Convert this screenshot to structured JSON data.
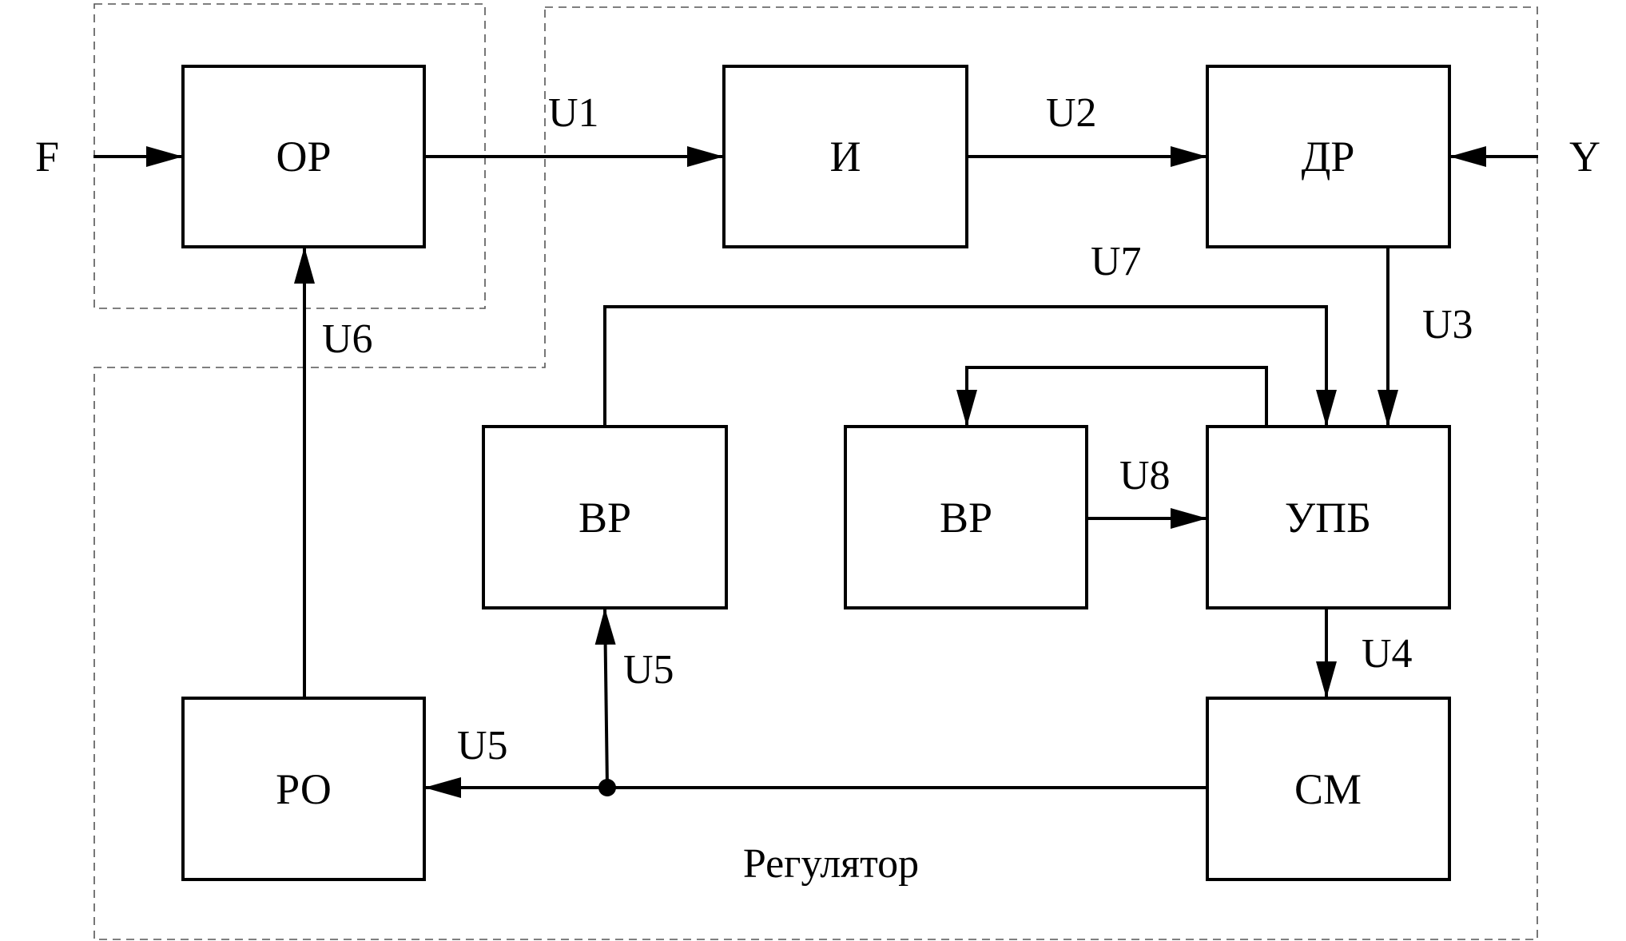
{
  "external_inputs": {
    "f": "F",
    "y": "Y"
  },
  "blocks": {
    "or": "ОР",
    "i": "И",
    "dr": "ДР",
    "vr_left": "ВР",
    "vr_right": "ВР",
    "upb": "УПБ",
    "ro": "РО",
    "sm": "СМ"
  },
  "signals": {
    "u1": "U1",
    "u2": "U2",
    "u3": "U3",
    "u4": "U4",
    "u5_vertical": "U5",
    "u5_horizontal": "U5",
    "u6": "U6",
    "u7": "U7",
    "u8": "U8"
  },
  "regions": {
    "regulator": "Регулятор"
  }
}
